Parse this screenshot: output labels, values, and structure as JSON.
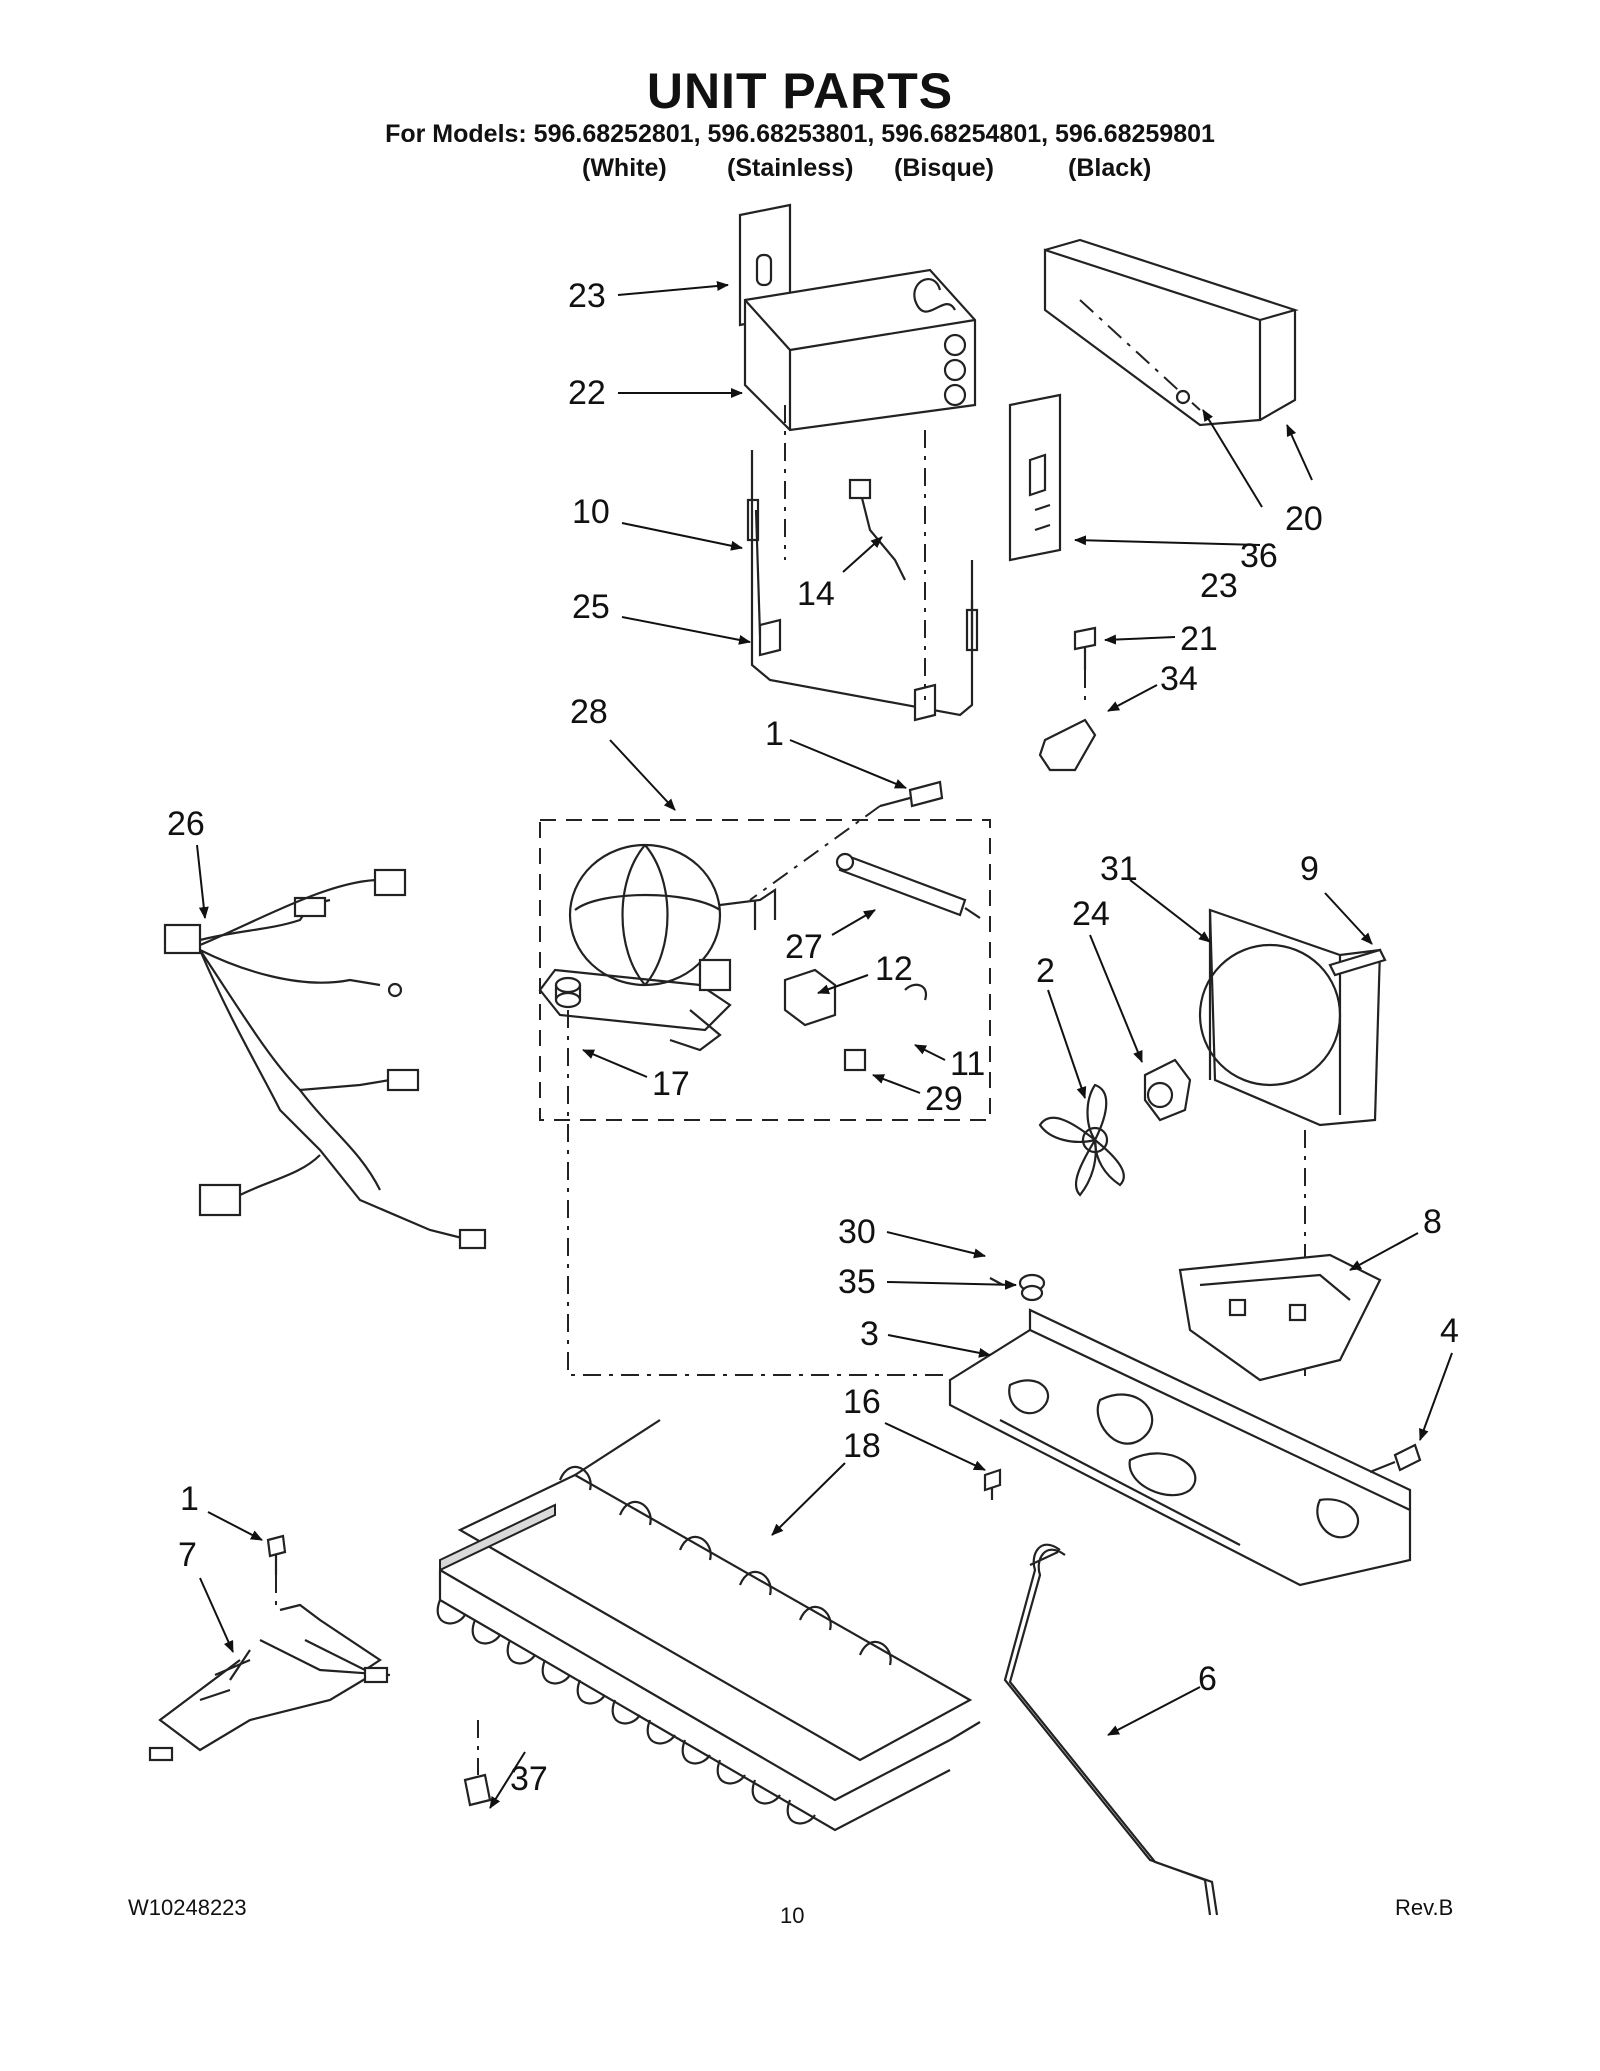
{
  "title": "UNIT PARTS",
  "models_line": "For Models: 596.68252801, 596.68253801, 596.68254801, 596.68259801",
  "colors": [
    "(White)",
    "(Stainless)",
    "(Bisque)",
    "(Black)"
  ],
  "callouts": [
    "23",
    "22",
    "10",
    "14",
    "25",
    "36",
    "20",
    "23",
    "21",
    "34",
    "28",
    "1",
    "26",
    "31",
    "9",
    "24",
    "2",
    "27",
    "12",
    "17",
    "11",
    "29",
    "30",
    "35",
    "8",
    "3",
    "4",
    "16",
    "18",
    "1",
    "7",
    "6",
    "37"
  ],
  "footer": {
    "doc_number": "W10248223",
    "page": "10",
    "revision": "Rev.B"
  }
}
